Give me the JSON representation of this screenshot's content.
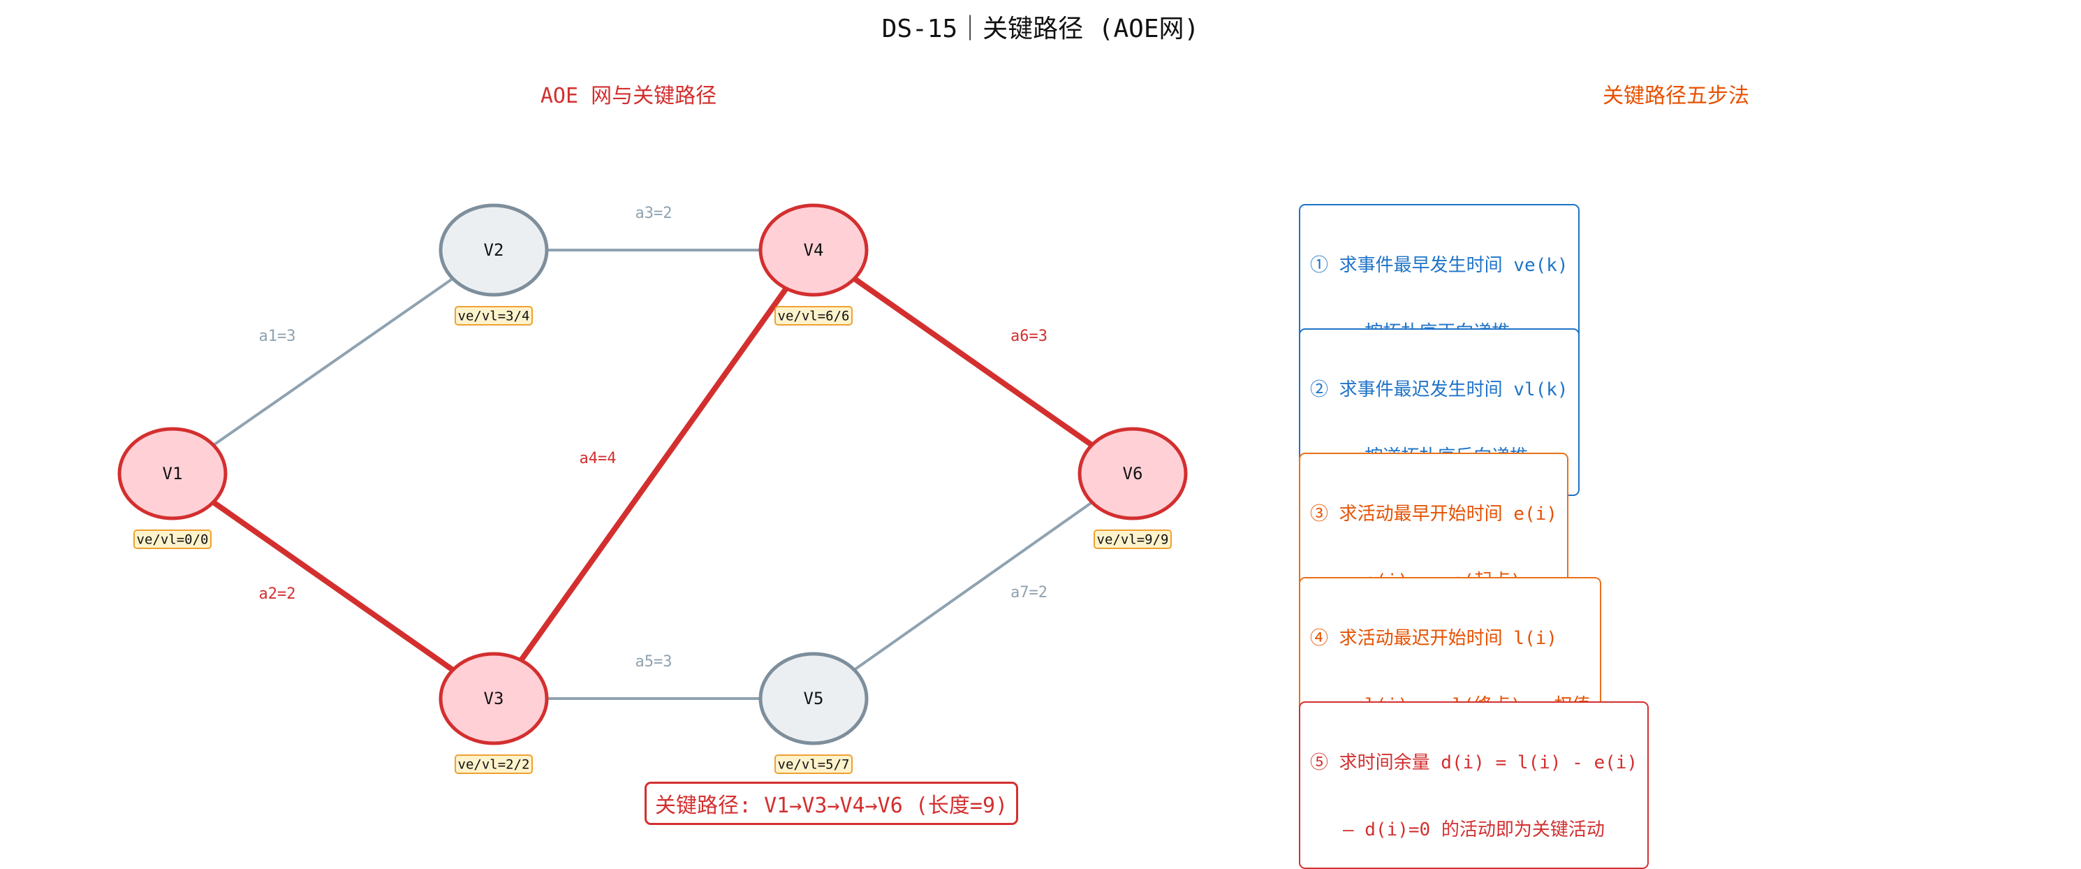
{
  "title": "DS-15｜关键路径 (AOE网)",
  "left_title": "AOE 网与关键路径",
  "right_title": "关键路径五步法",
  "colors": {
    "critical": "#d32f2f",
    "normal_edge": "#8fa2b0",
    "critical_node_fill": "#ffd0d6",
    "normal_node_fill": "#eceff1",
    "normal_node_stroke": "#7d8e9c",
    "badge_fill": "#fff3cc",
    "badge_stroke": "#f0a030",
    "blue": "#1e73c8",
    "orange": "#e8701a"
  },
  "nodes": [
    {
      "id": "V1",
      "label": "V1",
      "critical": true,
      "badge": "ve/vl=0/0"
    },
    {
      "id": "V2",
      "label": "V2",
      "critical": false,
      "badge": "ve/vl=3/4"
    },
    {
      "id": "V3",
      "label": "V3",
      "critical": true,
      "badge": "ve/vl=2/2"
    },
    {
      "id": "V4",
      "label": "V4",
      "critical": true,
      "badge": "ve/vl=6/6"
    },
    {
      "id": "V5",
      "label": "V5",
      "critical": false,
      "badge": "ve/vl=5/7"
    },
    {
      "id": "V6",
      "label": "V6",
      "critical": true,
      "badge": "ve/vl=9/9"
    }
  ],
  "edges": [
    {
      "from": "V1",
      "to": "V2",
      "label": "a1=3",
      "critical": false
    },
    {
      "from": "V1",
      "to": "V3",
      "label": "a2=2",
      "critical": true
    },
    {
      "from": "V2",
      "to": "V4",
      "label": "a3=2",
      "critical": false
    },
    {
      "from": "V3",
      "to": "V4",
      "label": "a4=4",
      "critical": true
    },
    {
      "from": "V3",
      "to": "V5",
      "label": "a5=3",
      "critical": false
    },
    {
      "from": "V4",
      "to": "V6",
      "label": "a6=3",
      "critical": true
    },
    {
      "from": "V5",
      "to": "V6",
      "label": "a7=2",
      "critical": false
    }
  ],
  "critical_path_summary": "关键路径: V1→V3→V4→V6 (长度=9)",
  "steps": [
    {
      "line1": "① 求事件最早发生时间 ve(k)",
      "line2": "   — 按拓扑序正向递推",
      "color": "blue"
    },
    {
      "line1": "② 求事件最迟发生时间 vl(k)",
      "line2": "   — 按逆拓扑序反向递推",
      "color": "blue"
    },
    {
      "line1": "③ 求活动最早开始时间 e(i)",
      "line2": "   — e(i) = ve(起点)",
      "color": "orange"
    },
    {
      "line1": "④ 求活动最迟开始时间 l(i)",
      "line2": "   — l(i) = vl(终点) - 权值",
      "color": "orange"
    },
    {
      "line1": "⑤ 求时间余量 d(i) = l(i) - e(i)",
      "line2": "   — d(i)=0 的活动即为关键活动",
      "color": "red"
    }
  ]
}
